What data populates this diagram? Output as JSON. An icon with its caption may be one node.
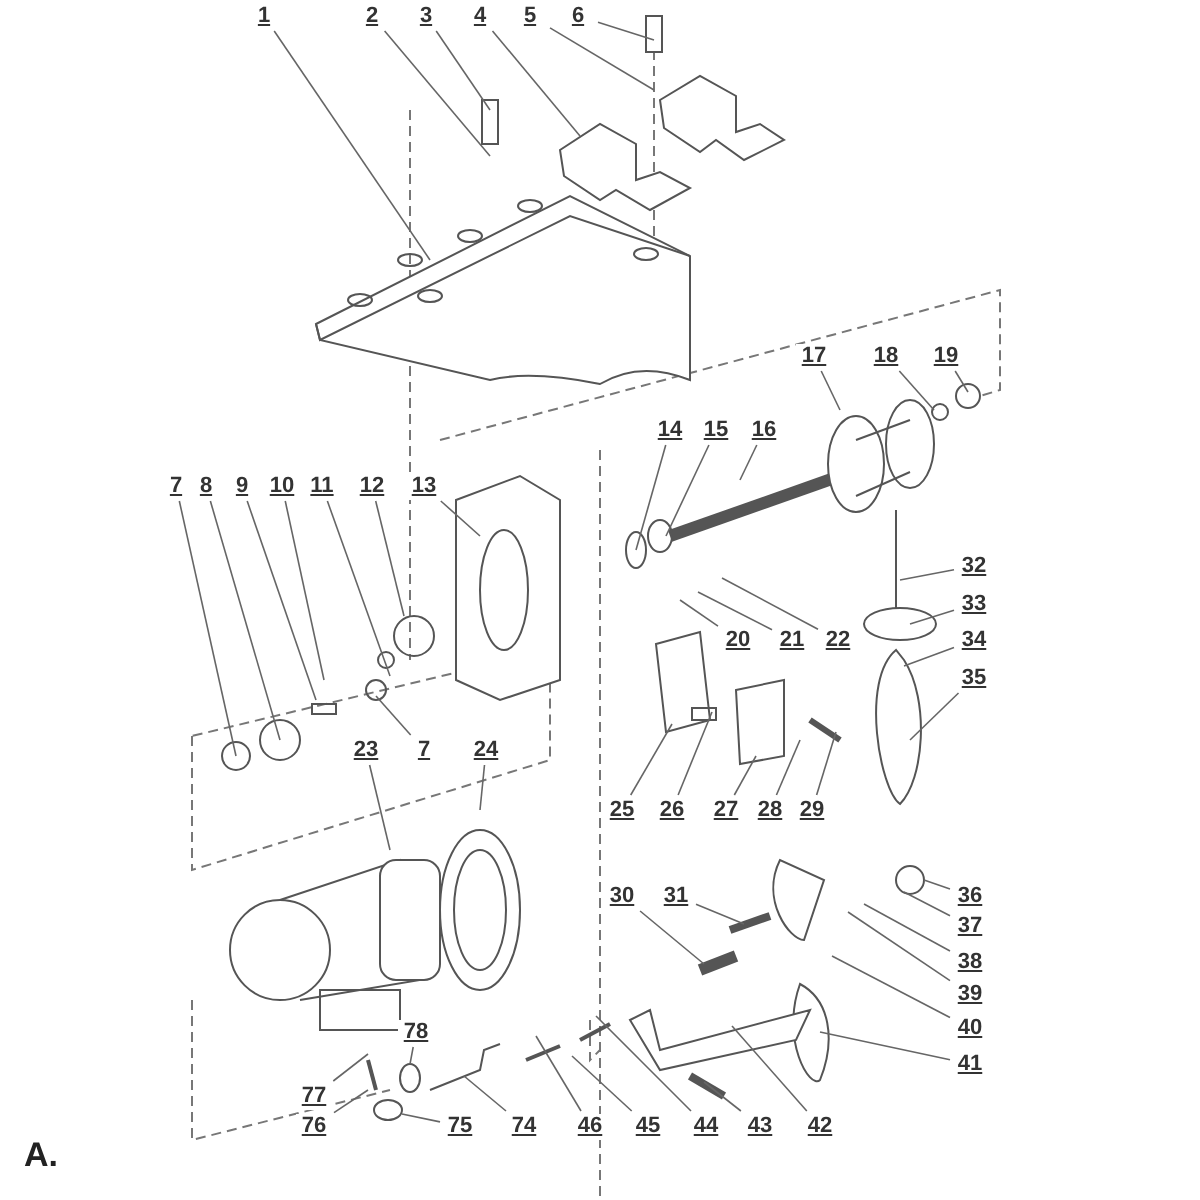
{
  "diagram": {
    "nodes": [
      {
        "text": [
          "1"
        ]
      },
      {
        "text": [
          "2"
        ]
      },
      {
        "text": [
          "3"
        ]
      },
      {
        "text": [
          "4"
        ]
      },
      {
        "text": [
          "5"
        ]
      },
      {
        "text": [
          "6"
        ]
      },
      {
        "text": [
          "7"
        ]
      },
      {
        "text": [
          "8"
        ]
      },
      {
        "text": [
          "9"
        ]
      },
      {
        "text": [
          "10"
        ]
      },
      {
        "text": [
          "11"
        ]
      },
      {
        "text": [
          "12"
        ]
      },
      {
        "text": [
          "13"
        ]
      },
      {
        "text": [
          "14"
        ]
      },
      {
        "text": [
          "15"
        ]
      },
      {
        "text": [
          "16"
        ]
      },
      {
        "text": [
          "17"
        ]
      },
      {
        "text": [
          "18"
        ]
      },
      {
        "text": [
          "19"
        ]
      },
      {
        "text": [
          "32"
        ]
      },
      {
        "text": [
          "33"
        ]
      },
      {
        "text": [
          "34"
        ]
      },
      {
        "text": [
          "35"
        ]
      },
      {
        "text": [
          "20"
        ]
      },
      {
        "text": [
          "21"
        ]
      },
      {
        "text": [
          "22"
        ]
      },
      {
        "text": [
          "23"
        ]
      },
      {
        "text": [
          "7"
        ]
      },
      {
        "text": [
          "24"
        ]
      },
      {
        "text": [
          "25"
        ]
      },
      {
        "text": [
          "26"
        ]
      },
      {
        "text": [
          "27"
        ]
      },
      {
        "text": [
          "28"
        ]
      },
      {
        "text": [
          "29"
        ]
      },
      {
        "text": [
          "30"
        ]
      },
      {
        "text": [
          "31"
        ]
      },
      {
        "text": [
          "36"
        ]
      },
      {
        "text": [
          "37"
        ]
      },
      {
        "text": [
          "38"
        ]
      },
      {
        "text": [
          "39"
        ]
      },
      {
        "text": [
          "40"
        ]
      },
      {
        "text": [
          "41"
        ]
      },
      {
        "text": [
          "78"
        ]
      },
      {
        "text": [
          "77"
        ]
      },
      {
        "text": [
          "76"
        ]
      },
      {
        "text": [
          "75"
        ]
      },
      {
        "text": [
          "74"
        ]
      },
      {
        "text": [
          "46"
        ]
      },
      {
        "text": [
          "45"
        ]
      },
      {
        "text": [
          "44"
        ]
      },
      {
        "text": [
          "43"
        ]
      },
      {
        "text": [
          "42"
        ]
      }
    ],
    "edges": [
      {
        "from": 0,
        "to": null,
        "arrow": "none"
      },
      {
        "from": 1,
        "to": null,
        "arrow": "none"
      },
      {
        "from": 2,
        "to": null,
        "arrow": "none"
      },
      {
        "from": 3,
        "to": null,
        "arrow": "none"
      },
      {
        "from": 4,
        "to": null,
        "arrow": "none"
      },
      {
        "from": 5,
        "to": null,
        "arrow": "none"
      },
      {
        "from": 6,
        "to": null,
        "arrow": "none"
      },
      {
        "from": 7,
        "to": null,
        "arrow": "none"
      },
      {
        "from": 8,
        "to": null,
        "arrow": "none"
      },
      {
        "from": 9,
        "to": null,
        "arrow": "none"
      },
      {
        "from": 10,
        "to": null,
        "arrow": "none"
      },
      {
        "from": 11,
        "to": null,
        "arrow": "none"
      },
      {
        "from": 12,
        "to": null,
        "arrow": "none"
      },
      {
        "from": 13,
        "to": null,
        "arrow": "none"
      },
      {
        "from": 14,
        "to": null,
        "arrow": "none"
      },
      {
        "from": 15,
        "to": null,
        "arrow": "none"
      },
      {
        "from": 16,
        "to": null,
        "arrow": "none"
      },
      {
        "from": 17,
        "to": null,
        "arrow": "none"
      },
      {
        "from": 18,
        "to": null,
        "arrow": "none"
      },
      {
        "from": 19,
        "to": null,
        "arrow": "none"
      },
      {
        "from": 20,
        "to": null,
        "arrow": "none"
      },
      {
        "from": 21,
        "to": null,
        "arrow": "none"
      },
      {
        "from": 22,
        "to": null,
        "arrow": "none"
      },
      {
        "from": 23,
        "to": null,
        "arrow": "none"
      },
      {
        "from": 24,
        "to": null,
        "arrow": "none"
      },
      {
        "from": 25,
        "to": null,
        "arrow": "none"
      },
      {
        "from": 26,
        "to": null,
        "arrow": "none"
      },
      {
        "from": 27,
        "to": null,
        "arrow": "none"
      },
      {
        "from": 28,
        "to": null,
        "arrow": "none"
      },
      {
        "from": 29,
        "to": null,
        "arrow": "none"
      },
      {
        "from": 30,
        "to": null,
        "arrow": "none"
      },
      {
        "from": 31,
        "to": null,
        "arrow": "none"
      },
      {
        "from": 32,
        "to": null,
        "arrow": "none"
      },
      {
        "from": 33,
        "to": null,
        "arrow": "none"
      },
      {
        "from": 34,
        "to": null,
        "arrow": "none"
      },
      {
        "from": 35,
        "to": null,
        "arrow": "none"
      },
      {
        "from": 36,
        "to": null,
        "arrow": "none"
      },
      {
        "from": 37,
        "to": null,
        "arrow": "none"
      },
      {
        "from": 38,
        "to": null,
        "arrow": "none"
      },
      {
        "from": 39,
        "to": null,
        "arrow": "none"
      },
      {
        "from": 40,
        "to": null,
        "arrow": "none"
      },
      {
        "from": 41,
        "to": null,
        "arrow": "none"
      },
      {
        "from": 42,
        "to": null,
        "arrow": "none"
      },
      {
        "from": 43,
        "to": null,
        "arrow": "none"
      },
      {
        "from": 44,
        "to": null,
        "arrow": "none"
      },
      {
        "from": 45,
        "to": null,
        "arrow": "none"
      },
      {
        "from": 46,
        "to": null,
        "arrow": "none"
      },
      {
        "from": 47,
        "to": null,
        "arrow": "none"
      },
      {
        "from": 48,
        "to": null,
        "arrow": "none"
      },
      {
        "from": 49,
        "to": null,
        "arrow": "none"
      },
      {
        "from": 50,
        "to": null,
        "arrow": "none"
      },
      {
        "from": 51,
        "to": null,
        "arrow": "none"
      }
    ],
    "labels": [
      "A."
    ]
  }
}
